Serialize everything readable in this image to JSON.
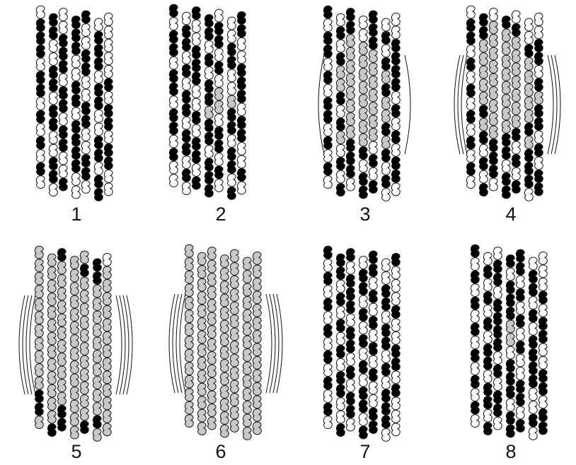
{
  "colors": {
    "background": "#ffffff",
    "outline": "#111111",
    "empty": "#ffffff",
    "dark": "#000000",
    "gray": "#c8c8c8"
  },
  "panels": [
    {
      "label": "1",
      "vibration_arcs": 0,
      "pattern": [
        "0101100",
        "1101010",
        "1011010",
        "1010110",
        "0110100",
        "1101011",
        "1011010",
        "0110101",
        "1101101",
        "0011010",
        "1011011",
        "0101101",
        "1100110",
        "0010010"
      ]
    },
    {
      "label": "2",
      "vibration_arcs": 0,
      "pattern": [
        "1011001",
        "0101101",
        "1100110",
        "1011010",
        "0110101",
        "1011001",
        "1101221",
        "0102210",
        "1011011",
        "1101101",
        "0110110",
        "1011010",
        "0101101",
        "0011010"
      ]
    },
    {
      "label": "3",
      "vibration_arcs": 1,
      "pattern": [
        "1010100",
        "0110110",
        "1022101",
        "1122211",
        "0222221",
        "1222211",
        "0122220",
        "1022221",
        "1122210",
        "0222221",
        "1011010",
        "0110101",
        "1011011",
        "0101100"
      ]
    },
    {
      "label": "4",
      "vibration_arcs": 3,
      "pattern": [
        "0101000",
        "1122100",
        "1222211",
        "0222221",
        "1222220",
        "0222221",
        "1222222",
        "0122221",
        "1222211",
        "0121120",
        "1011011",
        "0110110",
        "1011011",
        "0101101"
      ]
    },
    {
      "label": "5",
      "vibration_arcs": 4,
      "pattern": [
        "2212210",
        "2222112",
        "2222222",
        "2222222",
        "2222222",
        "2222222",
        "2222222",
        "2222222",
        "2222222",
        "2222222",
        "2222222",
        "1222222",
        "1212212",
        "2112122"
      ]
    },
    {
      "label": "6",
      "vibration_arcs": 4,
      "pattern": [
        "2222222",
        "2222222",
        "2222222",
        "2222222",
        "2222222",
        "2222222",
        "2222222",
        "2222222",
        "2222222",
        "2222222",
        "2222222",
        "2222222",
        "2222222",
        "2222222"
      ]
    },
    {
      "label": "7",
      "vibration_arcs": 0,
      "pattern": [
        "1110101",
        "0101100",
        "1011010",
        "0110110",
        "1011001",
        "0100110",
        "1011010",
        "0110101",
        "1001011",
        "0110100",
        "1101011",
        "0011010",
        "1010110",
        "0101100"
      ]
    },
    {
      "label": "8",
      "vibration_arcs": 0,
      "pattern": [
        "1001100",
        "0110110",
        "1011010",
        "0101101",
        "1011010",
        "0112101",
        "1012011",
        "0110110",
        "1101010",
        "0011011",
        "1101101",
        "0110100",
        "1011011",
        "0101101"
      ]
    }
  ]
}
